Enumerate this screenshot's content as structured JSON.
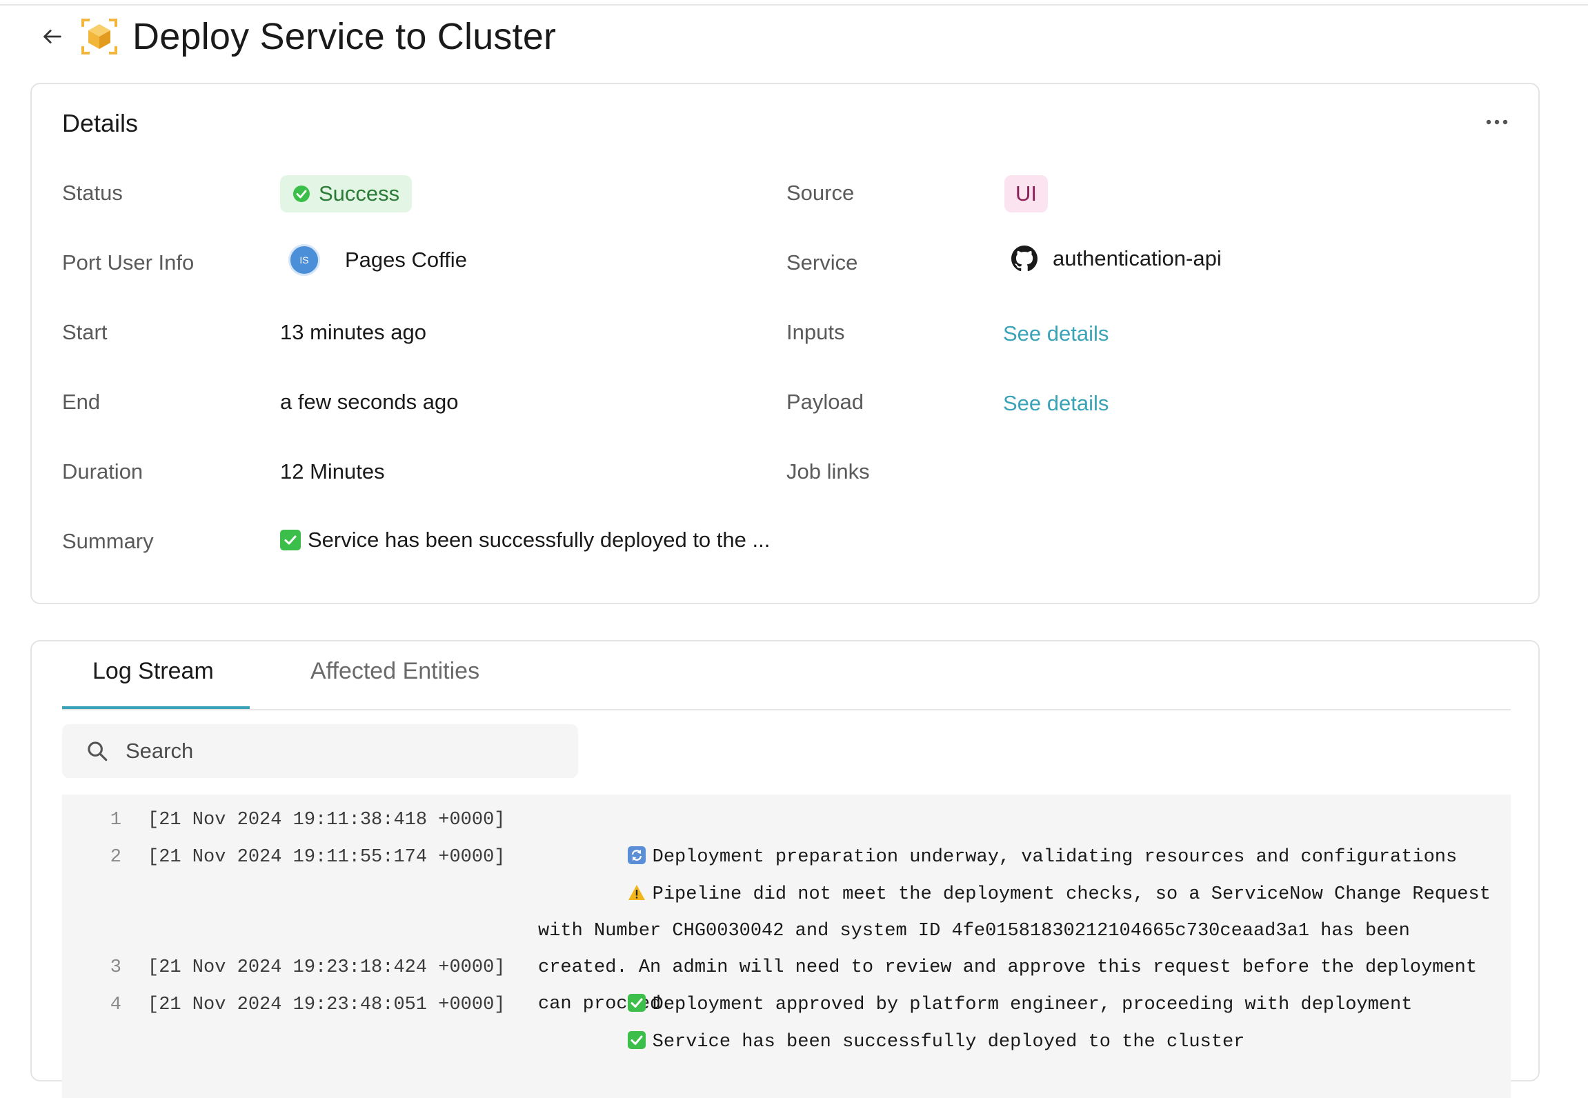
{
  "header": {
    "title": "Deploy Service to Cluster"
  },
  "details": {
    "title": "Details",
    "fields": {
      "status": {
        "label": "Status",
        "value": "Success"
      },
      "source": {
        "label": "Source",
        "value": "UI"
      },
      "port_user_info": {
        "label": "Port User Info",
        "avatar_initials": "IS",
        "value": "Pages Coffie"
      },
      "service": {
        "label": "Service",
        "value": "authentication-api"
      },
      "start": {
        "label": "Start",
        "value": "13 minutes ago"
      },
      "inputs": {
        "label": "Inputs",
        "value": "See details"
      },
      "end": {
        "label": "End",
        "value": "a few seconds ago"
      },
      "payload": {
        "label": "Payload",
        "value": "See details"
      },
      "duration": {
        "label": "Duration",
        "value": "12 Minutes"
      },
      "job_links": {
        "label": "Job links"
      },
      "summary": {
        "label": "Summary",
        "value": "Service has been successfully deployed to the ..."
      }
    }
  },
  "log": {
    "tabs": [
      {
        "label": "Log Stream",
        "active": true
      },
      {
        "label": "Affected Entities",
        "active": false
      }
    ],
    "search": {
      "placeholder": "Search",
      "value": ""
    },
    "lines": [
      {
        "num": "1",
        "timestamp": "[21 Nov 2024 19:11:38:418 +0000]",
        "icon": "refresh-icon",
        "message": "Deployment preparation underway, validating resources and configurations"
      },
      {
        "num": "2",
        "timestamp": "[21 Nov 2024 19:11:55:174 +0000]",
        "icon": "warning-icon",
        "message": "Pipeline did not meet the deployment checks, so a ServiceNow Change Request with Number CHG0030042 and system ID 4fe01581830212104665c730ceaad3a1 has been created. An admin will need to review and approve this request before the deployment can proceed."
      },
      {
        "num": "3",
        "timestamp": "[21 Nov 2024 19:23:18:424 +0000]",
        "icon": "check-icon",
        "message": "Deployment approved by platform engineer, proceeding with deployment"
      },
      {
        "num": "4",
        "timestamp": "[21 Nov 2024 19:23:48:051 +0000]",
        "icon": "check-icon",
        "message": "Service has been successfully deployed to the cluster"
      }
    ]
  },
  "colors": {
    "accent": "#3aa3b8",
    "success_bg": "#e3f6e5",
    "success_text": "#2b7a36",
    "source_bg": "#fbe3ef",
    "source_text": "#8a2058",
    "app_icon": "#f2b63a"
  }
}
